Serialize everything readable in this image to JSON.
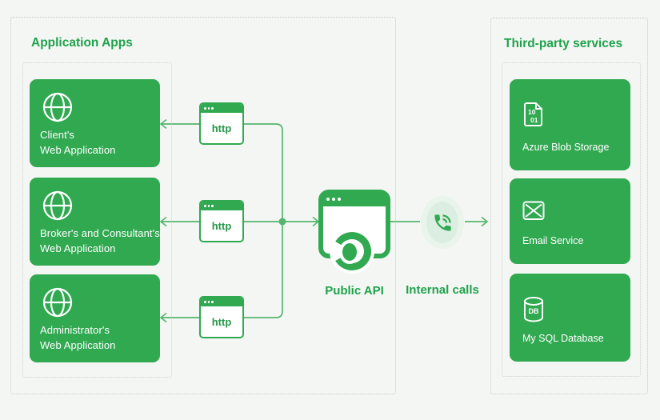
{
  "colors": {
    "green": "#31A951",
    "line_green": "#55B56D",
    "title_green": "#1FA24B",
    "http_green": "#259549",
    "bg": "#F4F6F4",
    "phone_bg_outer": "#E9F4EB",
    "phone_bg_inner": "#DCEEE1"
  },
  "app_panel": {
    "title": "Application Apps",
    "cards": [
      {
        "lines": [
          "Client's",
          "Web Application"
        ]
      },
      {
        "lines": [
          "Broker's and Consultant's",
          "Web Application"
        ]
      },
      {
        "lines": [
          "Administrator's",
          "Web Application"
        ]
      }
    ]
  },
  "http_nodes": [
    "http",
    "http",
    "http"
  ],
  "public_api": {
    "label": "Public API"
  },
  "internal_calls": {
    "label": "Internal calls"
  },
  "services_panel": {
    "title": "Third-party services",
    "cards": [
      {
        "label": "Azure Blob Storage"
      },
      {
        "label": "Email Service"
      },
      {
        "label": "My SQL Database"
      }
    ]
  },
  "icon_text": {
    "binary_line1": "10",
    "binary_line2": "01",
    "db": "DB"
  }
}
